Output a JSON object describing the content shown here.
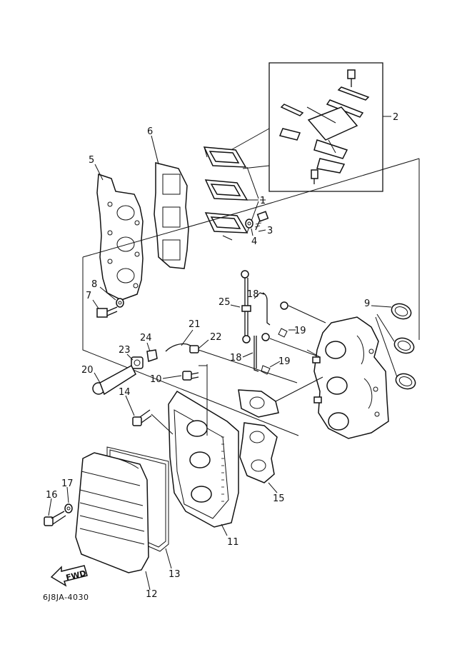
{
  "doc_id": "6J8JA-4030",
  "fwd_label": "FWD",
  "callouts": [
    {
      "id": "c1",
      "text": "1"
    },
    {
      "id": "c2",
      "text": "2"
    },
    {
      "id": "c3",
      "text": "3"
    },
    {
      "id": "c4",
      "text": "4"
    },
    {
      "id": "c5",
      "text": "5"
    },
    {
      "id": "c6",
      "text": "6"
    },
    {
      "id": "c7",
      "text": "7"
    },
    {
      "id": "c8",
      "text": "8"
    },
    {
      "id": "c9",
      "text": "9"
    },
    {
      "id": "c10",
      "text": "10"
    },
    {
      "id": "c11",
      "text": "11"
    },
    {
      "id": "c12",
      "text": "12"
    },
    {
      "id": "c13",
      "text": "13"
    },
    {
      "id": "c14",
      "text": "14"
    },
    {
      "id": "c15",
      "text": "15"
    },
    {
      "id": "c16",
      "text": "16"
    },
    {
      "id": "c17",
      "text": "17"
    },
    {
      "id": "c18a",
      "text": "18"
    },
    {
      "id": "c18b",
      "text": "18"
    },
    {
      "id": "c19a",
      "text": "19"
    },
    {
      "id": "c19b",
      "text": "19"
    },
    {
      "id": "c20",
      "text": "20"
    },
    {
      "id": "c21",
      "text": "21"
    },
    {
      "id": "c22",
      "text": "22"
    },
    {
      "id": "c23",
      "text": "23"
    },
    {
      "id": "c24",
      "text": "24"
    },
    {
      "id": "c25",
      "text": "25"
    }
  ]
}
